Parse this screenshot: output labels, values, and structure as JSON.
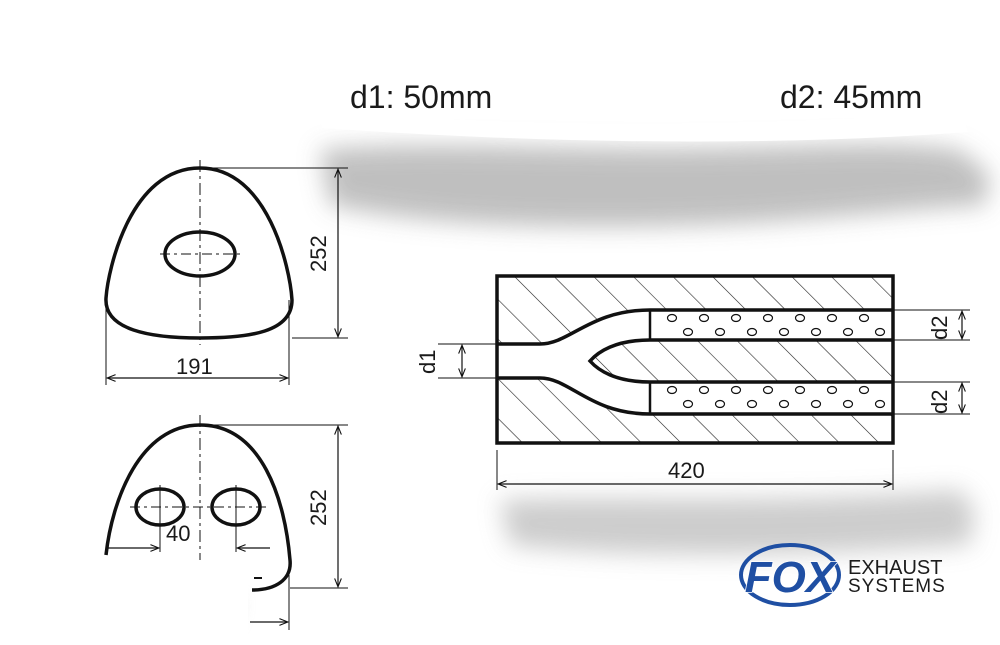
{
  "header": {
    "d1_label": "d1: 50mm",
    "d2_label": "d2: 45mm"
  },
  "profile_top": {
    "width_dim": "191",
    "height_dim": "252"
  },
  "profile_bottom": {
    "hole_spacing_dim": "40",
    "height_dim": "252"
  },
  "section": {
    "length_dim": "420",
    "inlet_dim": "d1",
    "outlet_upper_dim": "d2",
    "outlet_lower_dim": "d2"
  },
  "logo": {
    "mark": "FOX",
    "line1": "EXHAUST",
    "line2": "SYSTEMS",
    "colors": {
      "blue": "#1f4fa3",
      "dark": "#1c1c1c"
    }
  },
  "colors": {
    "line": "#111111",
    "shadow": "#bdbdbd"
  }
}
